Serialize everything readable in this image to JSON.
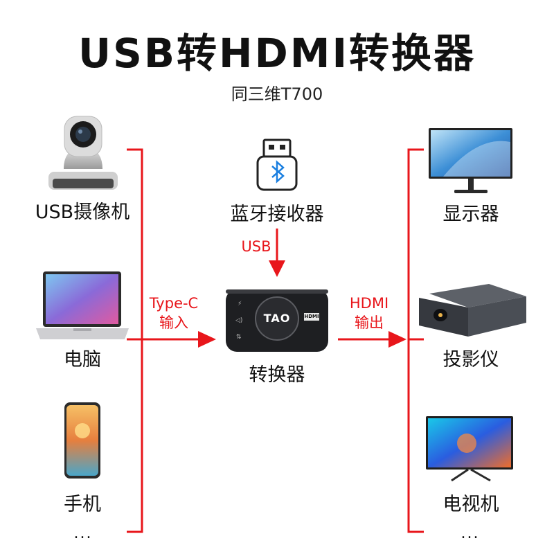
{
  "title": "USB转HDMI转换器",
  "subtitle": "同三维T700",
  "inputs": [
    {
      "label": "USB摄像机"
    },
    {
      "label": "电脑"
    },
    {
      "label": "手机"
    }
  ],
  "inputs_more": "...",
  "outputs": [
    {
      "label": "显示器"
    },
    {
      "label": "投影仪"
    },
    {
      "label": "电视机"
    }
  ],
  "outputs_more": "...",
  "receiver": {
    "label": "蓝牙接收器",
    "link": "USB"
  },
  "converter": {
    "label": "转换器",
    "logo": "TAO",
    "port_badge": "HDMI"
  },
  "input_link": {
    "line1": "Type-C",
    "line2": "输入"
  },
  "output_link": {
    "line1": "HDMI",
    "line2": "输出"
  },
  "colors": {
    "accent": "#e8161b",
    "device": "#1e1f22"
  }
}
